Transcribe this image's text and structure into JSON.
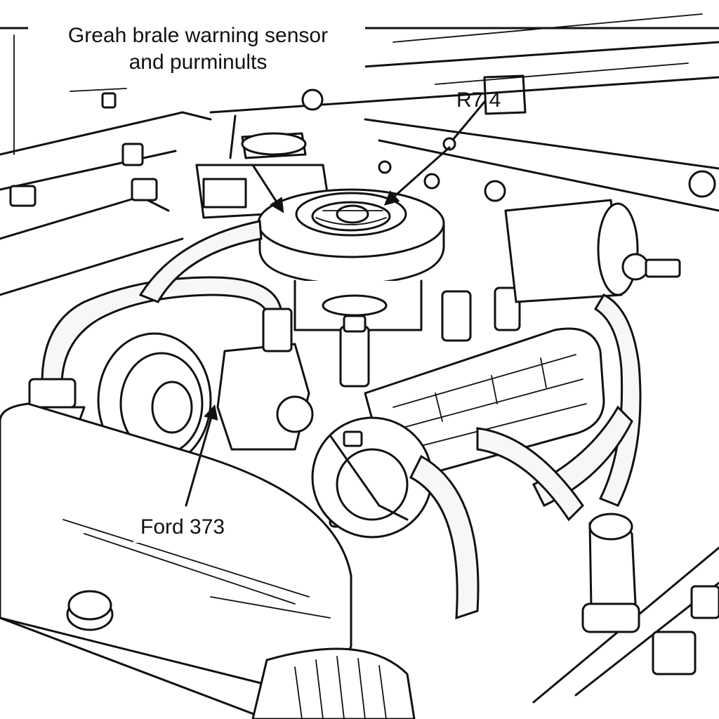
{
  "diagram": {
    "title_line1": "Greah brale warning sensor",
    "title_line2": "and purminults",
    "callouts": {
      "top_right": "R7 4",
      "bottom_left": "Ford 373"
    },
    "colors": {
      "ink": "#111111",
      "paper": "#ffffff",
      "shade": "#ececec"
    }
  }
}
